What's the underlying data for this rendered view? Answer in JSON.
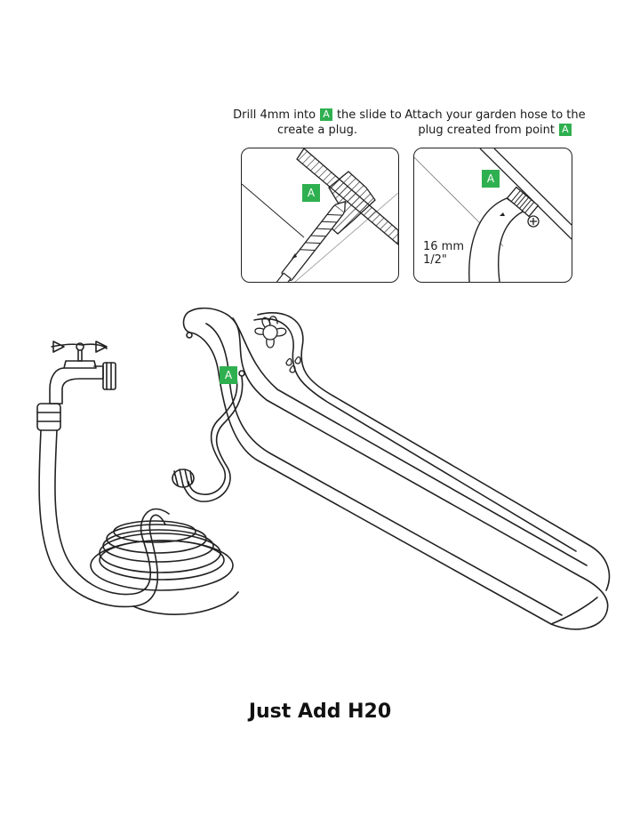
{
  "step1": {
    "caption_before": "Drill 4mm into",
    "badge": "A",
    "caption_after": "the slide to create a plug.",
    "panel_badge": "A"
  },
  "step2": {
    "caption_before": "Attach your garden hose to the plug created from point",
    "badge": "A",
    "panel_badge": "A",
    "hose_size": "16 mm",
    "hose_size_inch": "1/2\""
  },
  "main": {
    "point_badge": "A"
  },
  "footer": {
    "title": "Just Add H20"
  },
  "colors": {
    "badge": "#2fb050",
    "line": "#222222"
  }
}
